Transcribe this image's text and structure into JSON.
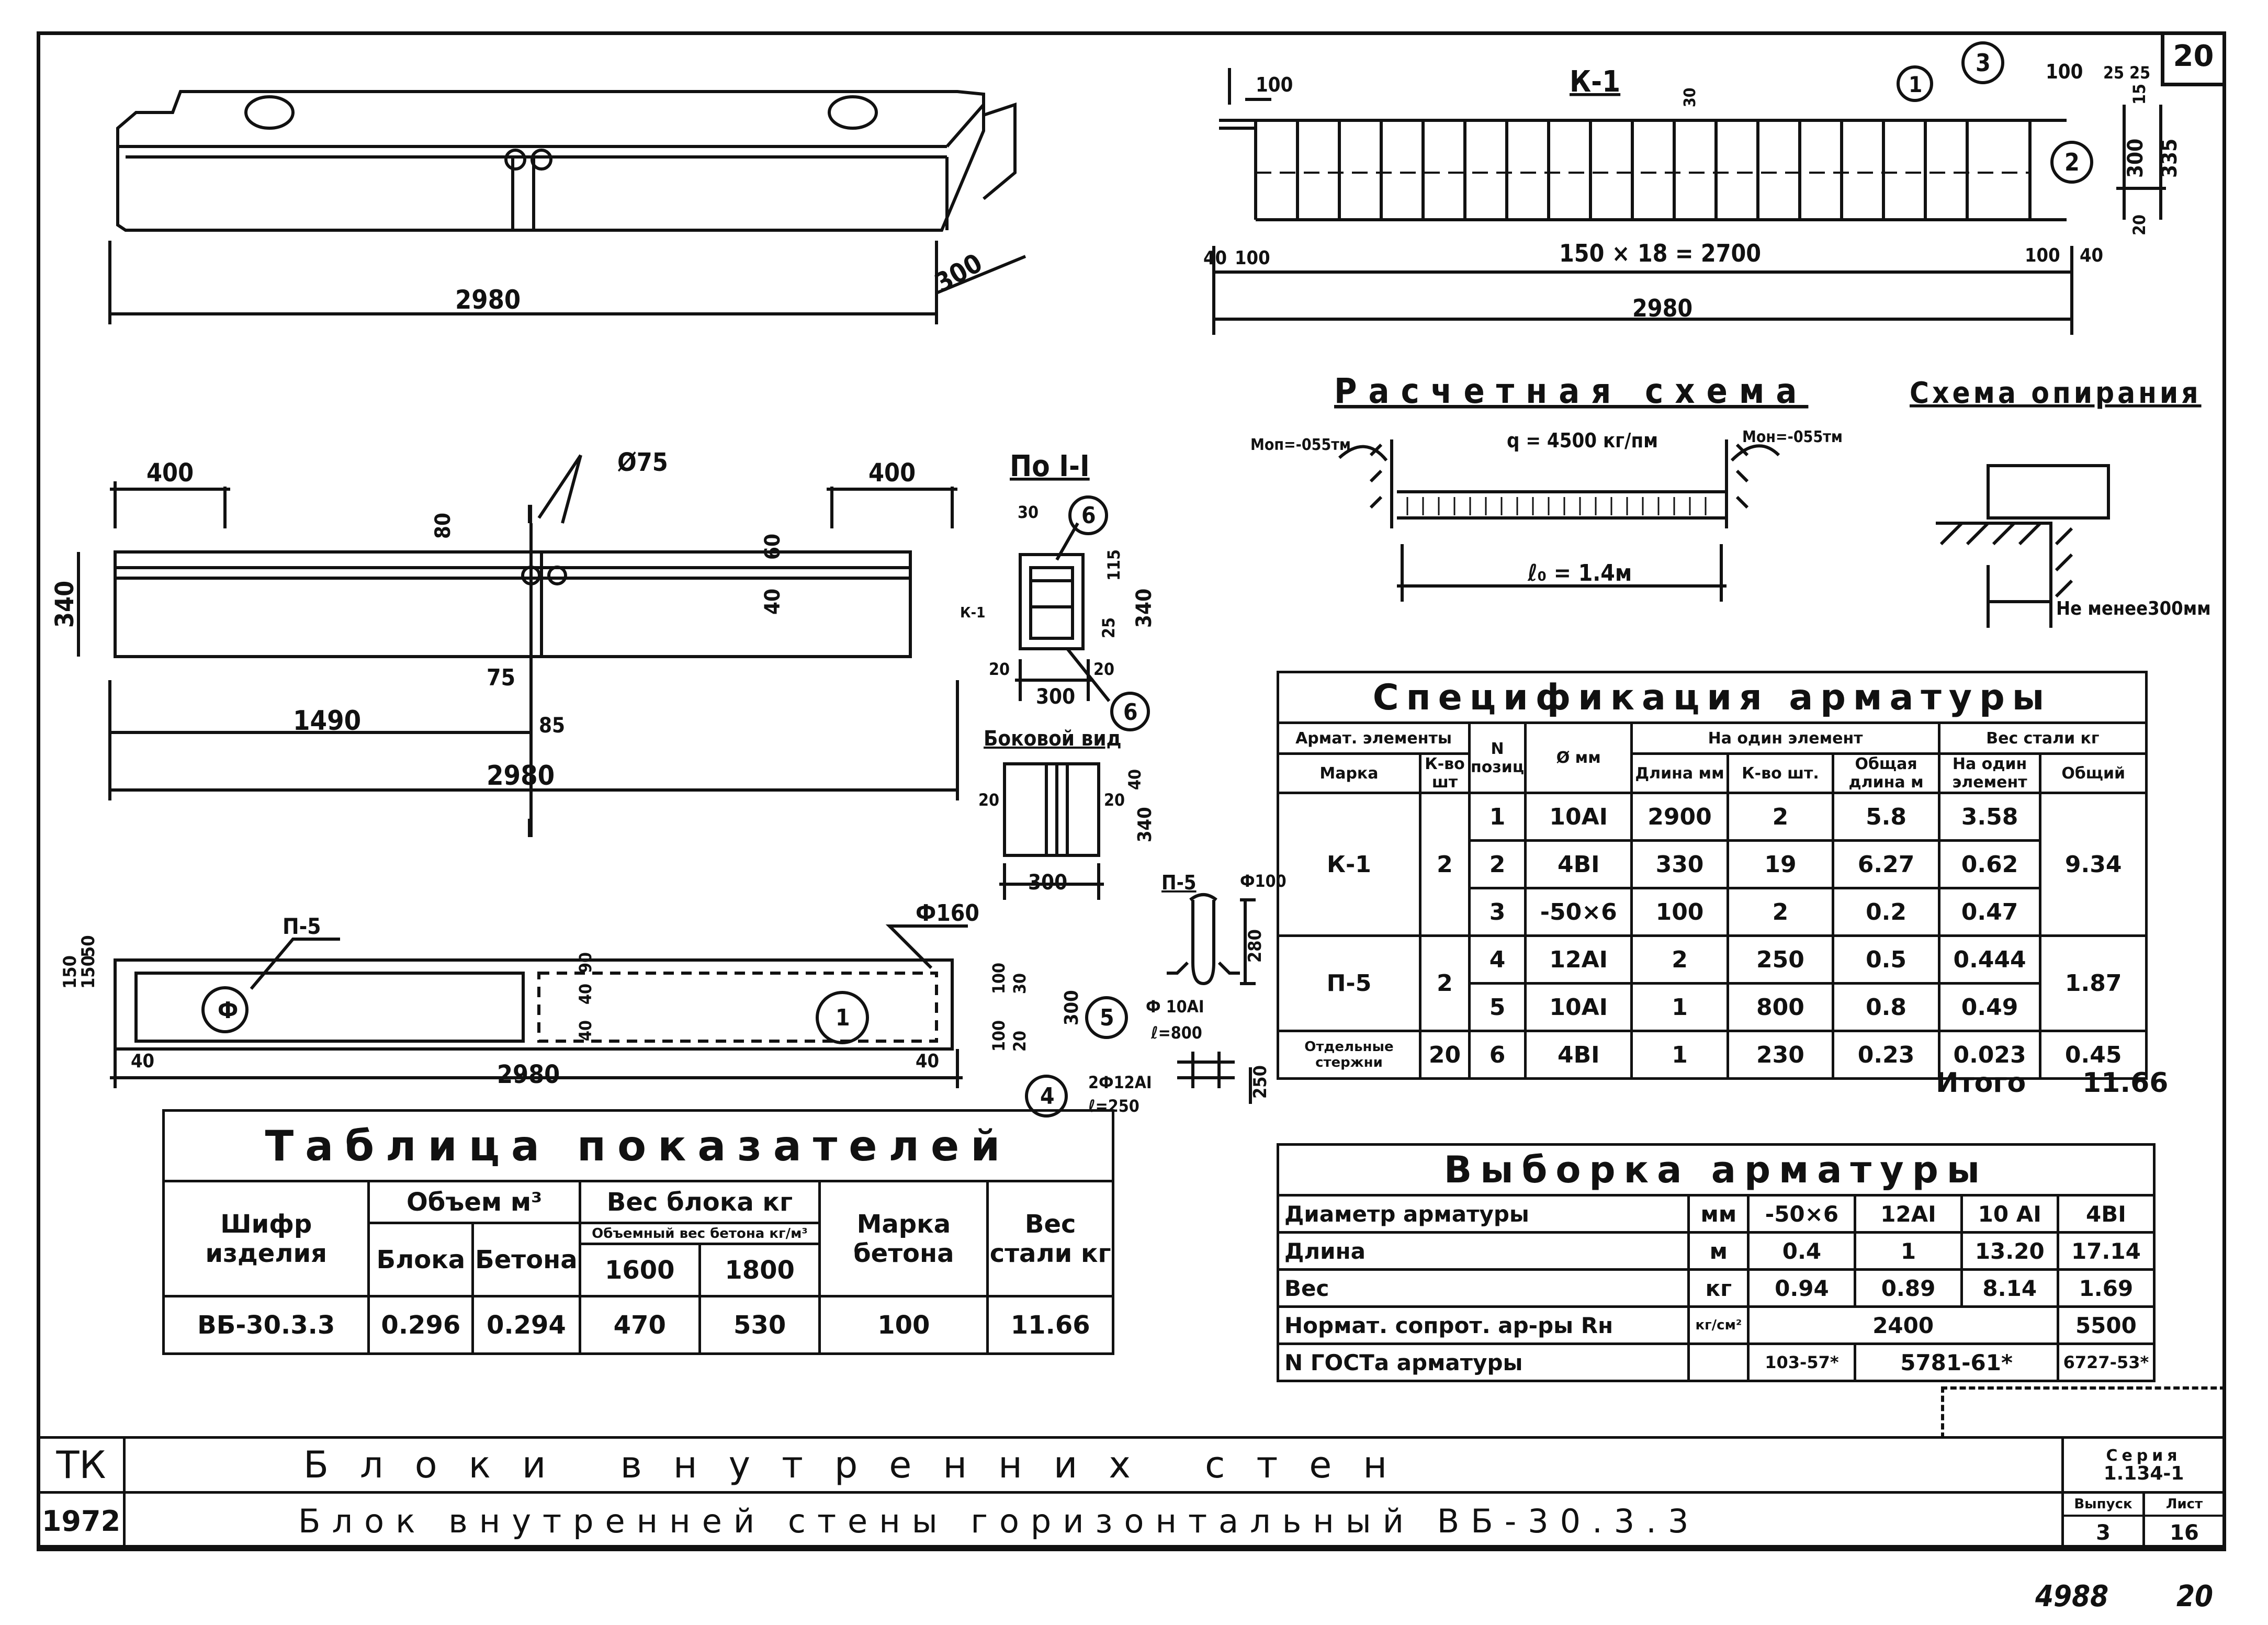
{
  "sheet": {
    "sheet_number_top": "20",
    "scribble_number": "4988",
    "scribble_page": "20"
  },
  "dims": {
    "iso_length": "2980",
    "iso_height": "300",
    "front_400_left": "400",
    "front_400_right": "400",
    "front_hole": "Ø75",
    "front_80": "80",
    "front_60": "60",
    "front_40": "40",
    "front_340": "340",
    "front_75": "75",
    "front_85": "85",
    "front_1490": "1490",
    "front_2980": "2980",
    "section_mark_top": "I",
    "section_mark_bottom": "I",
    "plan_p5": "П-5",
    "plan_phi160": "Ф160",
    "plan_circle_1": "1",
    "plan_circle_5": "5",
    "plan_2980": "2980",
    "plan_40_left": "40",
    "plan_40_right": "40",
    "plan_300": "300",
    "plan_50": "50",
    "plan_150": "150",
    "plan_150b": "150",
    "plan_90": "90",
    "plan_40a": "40",
    "plan_40b": "40",
    "plan_100a": "100",
    "plan_100b": "100",
    "plan_30": "30",
    "plan_20": "20",
    "plan_circle_f": "Ф"
  },
  "k1": {
    "title": "К-1",
    "dim_100_left": "100",
    "dim_100_right": "100",
    "dim_25_25": "25 25",
    "dim_15": "15",
    "dim_300": "300",
    "dim_335": "335",
    "dim_20": "20",
    "dim_40_left": "40",
    "dim_100b": "100",
    "dim_spacing": "150 × 18 = 2700",
    "dim_100c": "100",
    "dim_40_right": "40",
    "dim_total": "2980",
    "dim_30": "30",
    "pos1": "1",
    "pos2": "2",
    "pos3": "3"
  },
  "calc": {
    "title": "Расчетная схема",
    "load": "q = 4500 кг/пм",
    "moment_left": "Моп=-055тм",
    "moment_right": "Мон=-055тм",
    "span": "ℓ₀ = 1.4м"
  },
  "support": {
    "title": "Схема опирания",
    "note": "Не менее300мм"
  },
  "section": {
    "title": "По I-I",
    "circle6a": "6",
    "circle6b": "6",
    "dim_30": "30",
    "dim_115": "115",
    "dim_340": "340",
    "dim_25": "25",
    "dim_20a": "20",
    "dim_20b": "20",
    "dim_300": "300",
    "k1": "К-1",
    "side_title": "Боковой вид",
    "side_20a": "20",
    "side_20b": "20",
    "side_40": "40",
    "side_340": "340",
    "side_300": "300"
  },
  "p5": {
    "title": "П-5",
    "phi": "Ф100",
    "dim_280": "280",
    "bar": "Ф 10АI",
    "len": "ℓ=800",
    "circle4": "4",
    "bar4": "2Ф12АI",
    "len4": "ℓ=250",
    "dim_250": "250"
  },
  "spec": {
    "title": "Спецификация арматуры",
    "h_elements": "Армат. элементы",
    "h_pos": "N позиц",
    "h_diam": "Ø мм",
    "h_one": "На один элемент",
    "h_weight": "Вес стали кг",
    "h_mark": "Марка",
    "h_count": "К-во шт",
    "h_len": "Длина мм",
    "h_qty": "К-во шт.",
    "h_total_len": "Общая длина м",
    "h_w_one": "На один элемент",
    "h_w_total": "Общий",
    "rows": [
      {
        "mark": "К-1",
        "count": "2",
        "pos": "1",
        "diam": "10АI",
        "len": "2900",
        "qty": "2",
        "tlen": "5.8",
        "w": "3.58",
        "wt": "9.34"
      },
      {
        "pos": "2",
        "diam": "4ВI",
        "len": "330",
        "qty": "19",
        "tlen": "6.27",
        "w": "0.62"
      },
      {
        "pos": "3",
        "diam": "-50×6",
        "len": "100",
        "qty": "2",
        "tlen": "0.2",
        "w": "0.47"
      },
      {
        "mark": "П-5",
        "count": "2",
        "pos": "4",
        "diam": "12АI",
        "len": "2",
        "qty": "250",
        "tlen": "0.5",
        "w": "0.444",
        "wt": "1.87"
      },
      {
        "pos": "5",
        "diam": "10АI",
        "len": "1",
        "qty": "800",
        "tlen": "0.8",
        "w": "0.49"
      },
      {
        "mark": "Отдельные стержни",
        "count": "20",
        "pos": "6",
        "diam": "4ВI",
        "len": "1",
        "qty": "230",
        "tlen": "0.23",
        "w": "0.023",
        "wt": "0.45"
      }
    ],
    "total_label": "Итого",
    "total_value": "11.66"
  },
  "pokaz": {
    "title": "Таблица показателей",
    "h_shifr": "Шифр изделия",
    "h_volume": "Объем м³",
    "h_block": "Блока",
    "h_concrete": "Бетона",
    "h_weight": "Вес блока кг",
    "h_density": "Объемный вес бетона кг/м³",
    "h_1600": "1600",
    "h_1800": "1800",
    "h_mark": "Марка бетона",
    "h_steel": "Вес стали кг",
    "row": {
      "shifr": "ВБ-30.3.3",
      "vol_block": "0.296",
      "vol_concrete": "0.294",
      "w1600": "470",
      "w1800": "530",
      "mark": "100",
      "steel": "11.66"
    }
  },
  "vyborka": {
    "title": "Выборка арматуры",
    "h_diam": "Диаметр арматуры",
    "h_unit": "мм",
    "cols": [
      "-50×6",
      "12АI",
      "10 АI",
      "4ВI"
    ],
    "len_label": "Длина",
    "len_unit": "м",
    "len_vals": [
      "0.4",
      "1",
      "13.20",
      "17.14"
    ],
    "w_label": "Вес",
    "w_unit": "кг",
    "w_vals": [
      "0.94",
      "0.89",
      "8.14",
      "1.69"
    ],
    "norm_label": "Нормат. сопрот. ар-ры Rн",
    "norm_unit": "кг/см²",
    "norm_a": "2400",
    "norm_b": "5500",
    "gost_label": "N ГОСТа арматуры",
    "gost_vals": [
      "103-57*",
      "5781-61*",
      "6727-53*"
    ]
  },
  "titleblock": {
    "org": "ТК",
    "year": "1972",
    "line1": "Блоки внутренних стен",
    "line2": "Блок внутренней стены горизонтальный ВБ-30.3.3",
    "series_label": "Серия",
    "series": "1.134-1",
    "issue_label": "Выпуск",
    "issue": "3",
    "sheet_label": "Лист",
    "sheet": "16"
  }
}
